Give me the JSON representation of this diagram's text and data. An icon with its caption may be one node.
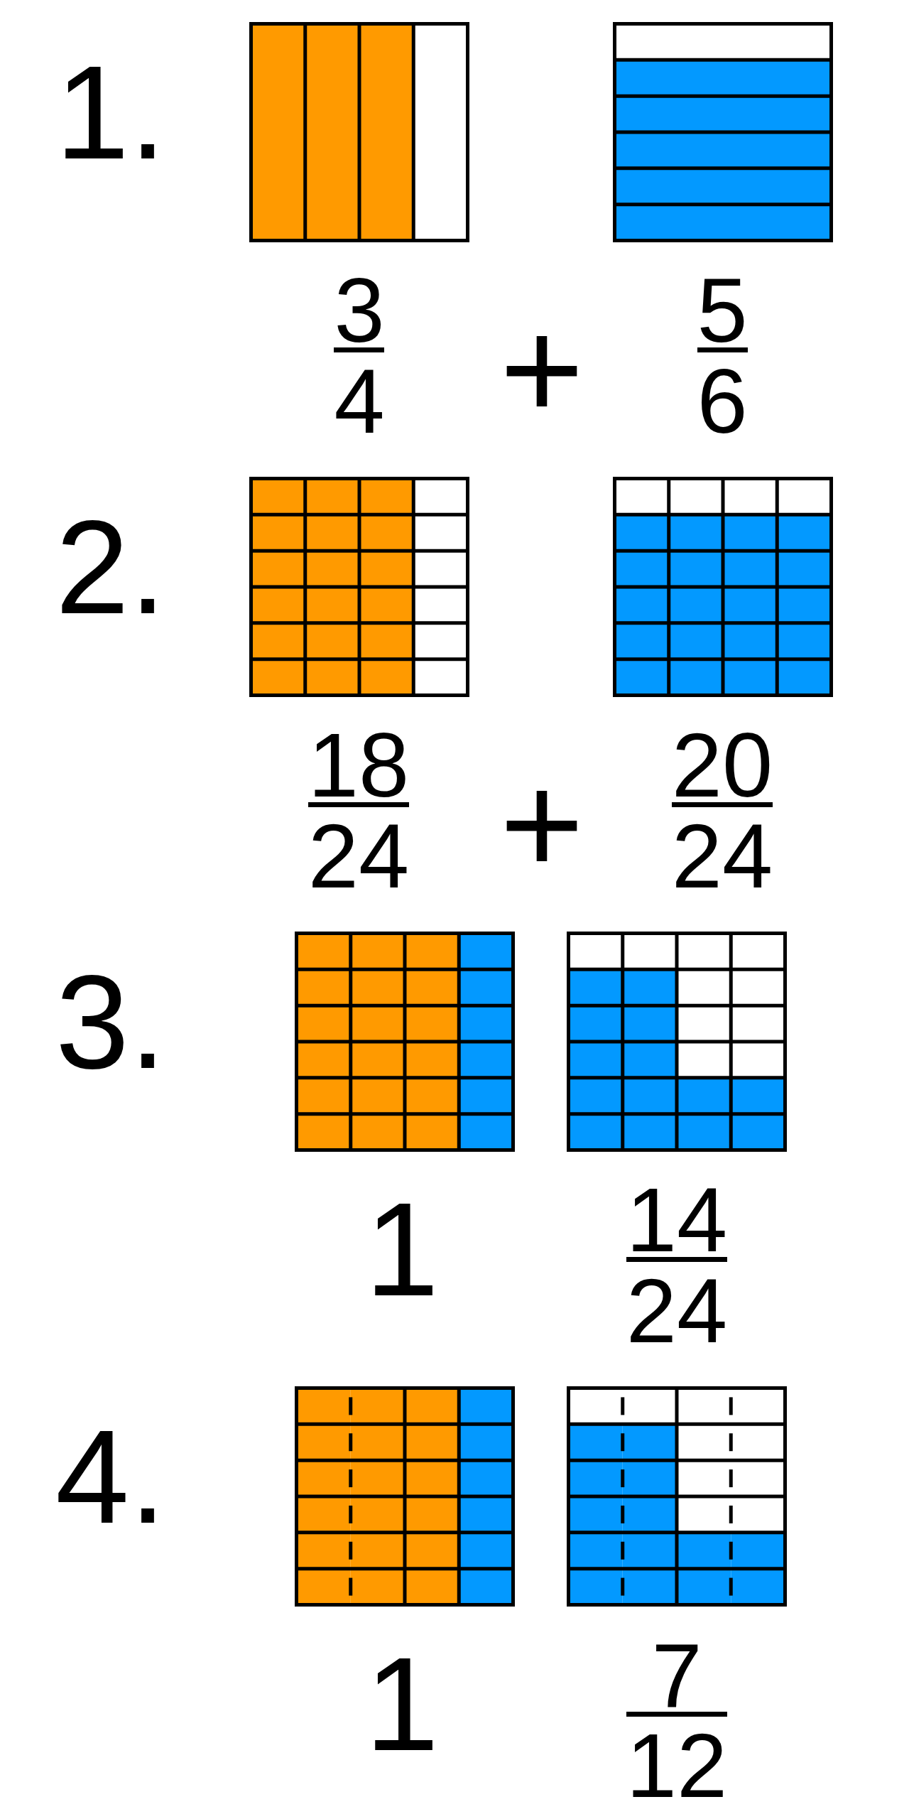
{
  "diagram": {
    "labels": [
      "1.",
      "3",
      "4",
      "+",
      "5",
      "6",
      "2.",
      "18",
      "24",
      "+",
      "20",
      "24",
      "3.",
      "1",
      "14",
      "24",
      "4.",
      "1",
      "7",
      "12"
    ]
  }
}
